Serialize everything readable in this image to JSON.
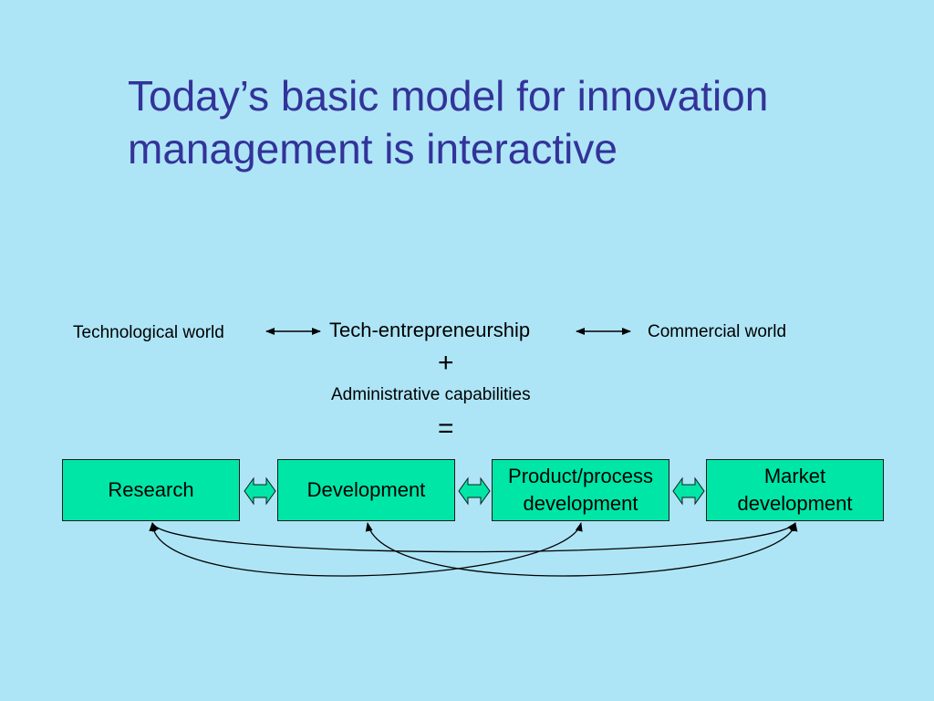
{
  "title": {
    "line1": "Today’s basic model for innovation",
    "line2": "management is interactive"
  },
  "labels": {
    "technological_world": "Technological world",
    "tech_entrepreneurship": "Tech-entrepreneurship",
    "commercial_world": "Commercial world",
    "plus": "+",
    "administrative_capabilities": "Administrative capabilities",
    "equals": "="
  },
  "boxes": [
    {
      "id": "research",
      "lines": [
        "Research"
      ]
    },
    {
      "id": "development",
      "lines": [
        "Development"
      ]
    },
    {
      "id": "product-process",
      "lines": [
        "Product/process",
        "development"
      ]
    },
    {
      "id": "market",
      "lines": [
        "Market",
        "development"
      ]
    }
  ],
  "colors": {
    "background": "#ade5f7",
    "title": "#333399",
    "box_fill": "#00e6a6",
    "connector_fill": "#00e6a6"
  }
}
